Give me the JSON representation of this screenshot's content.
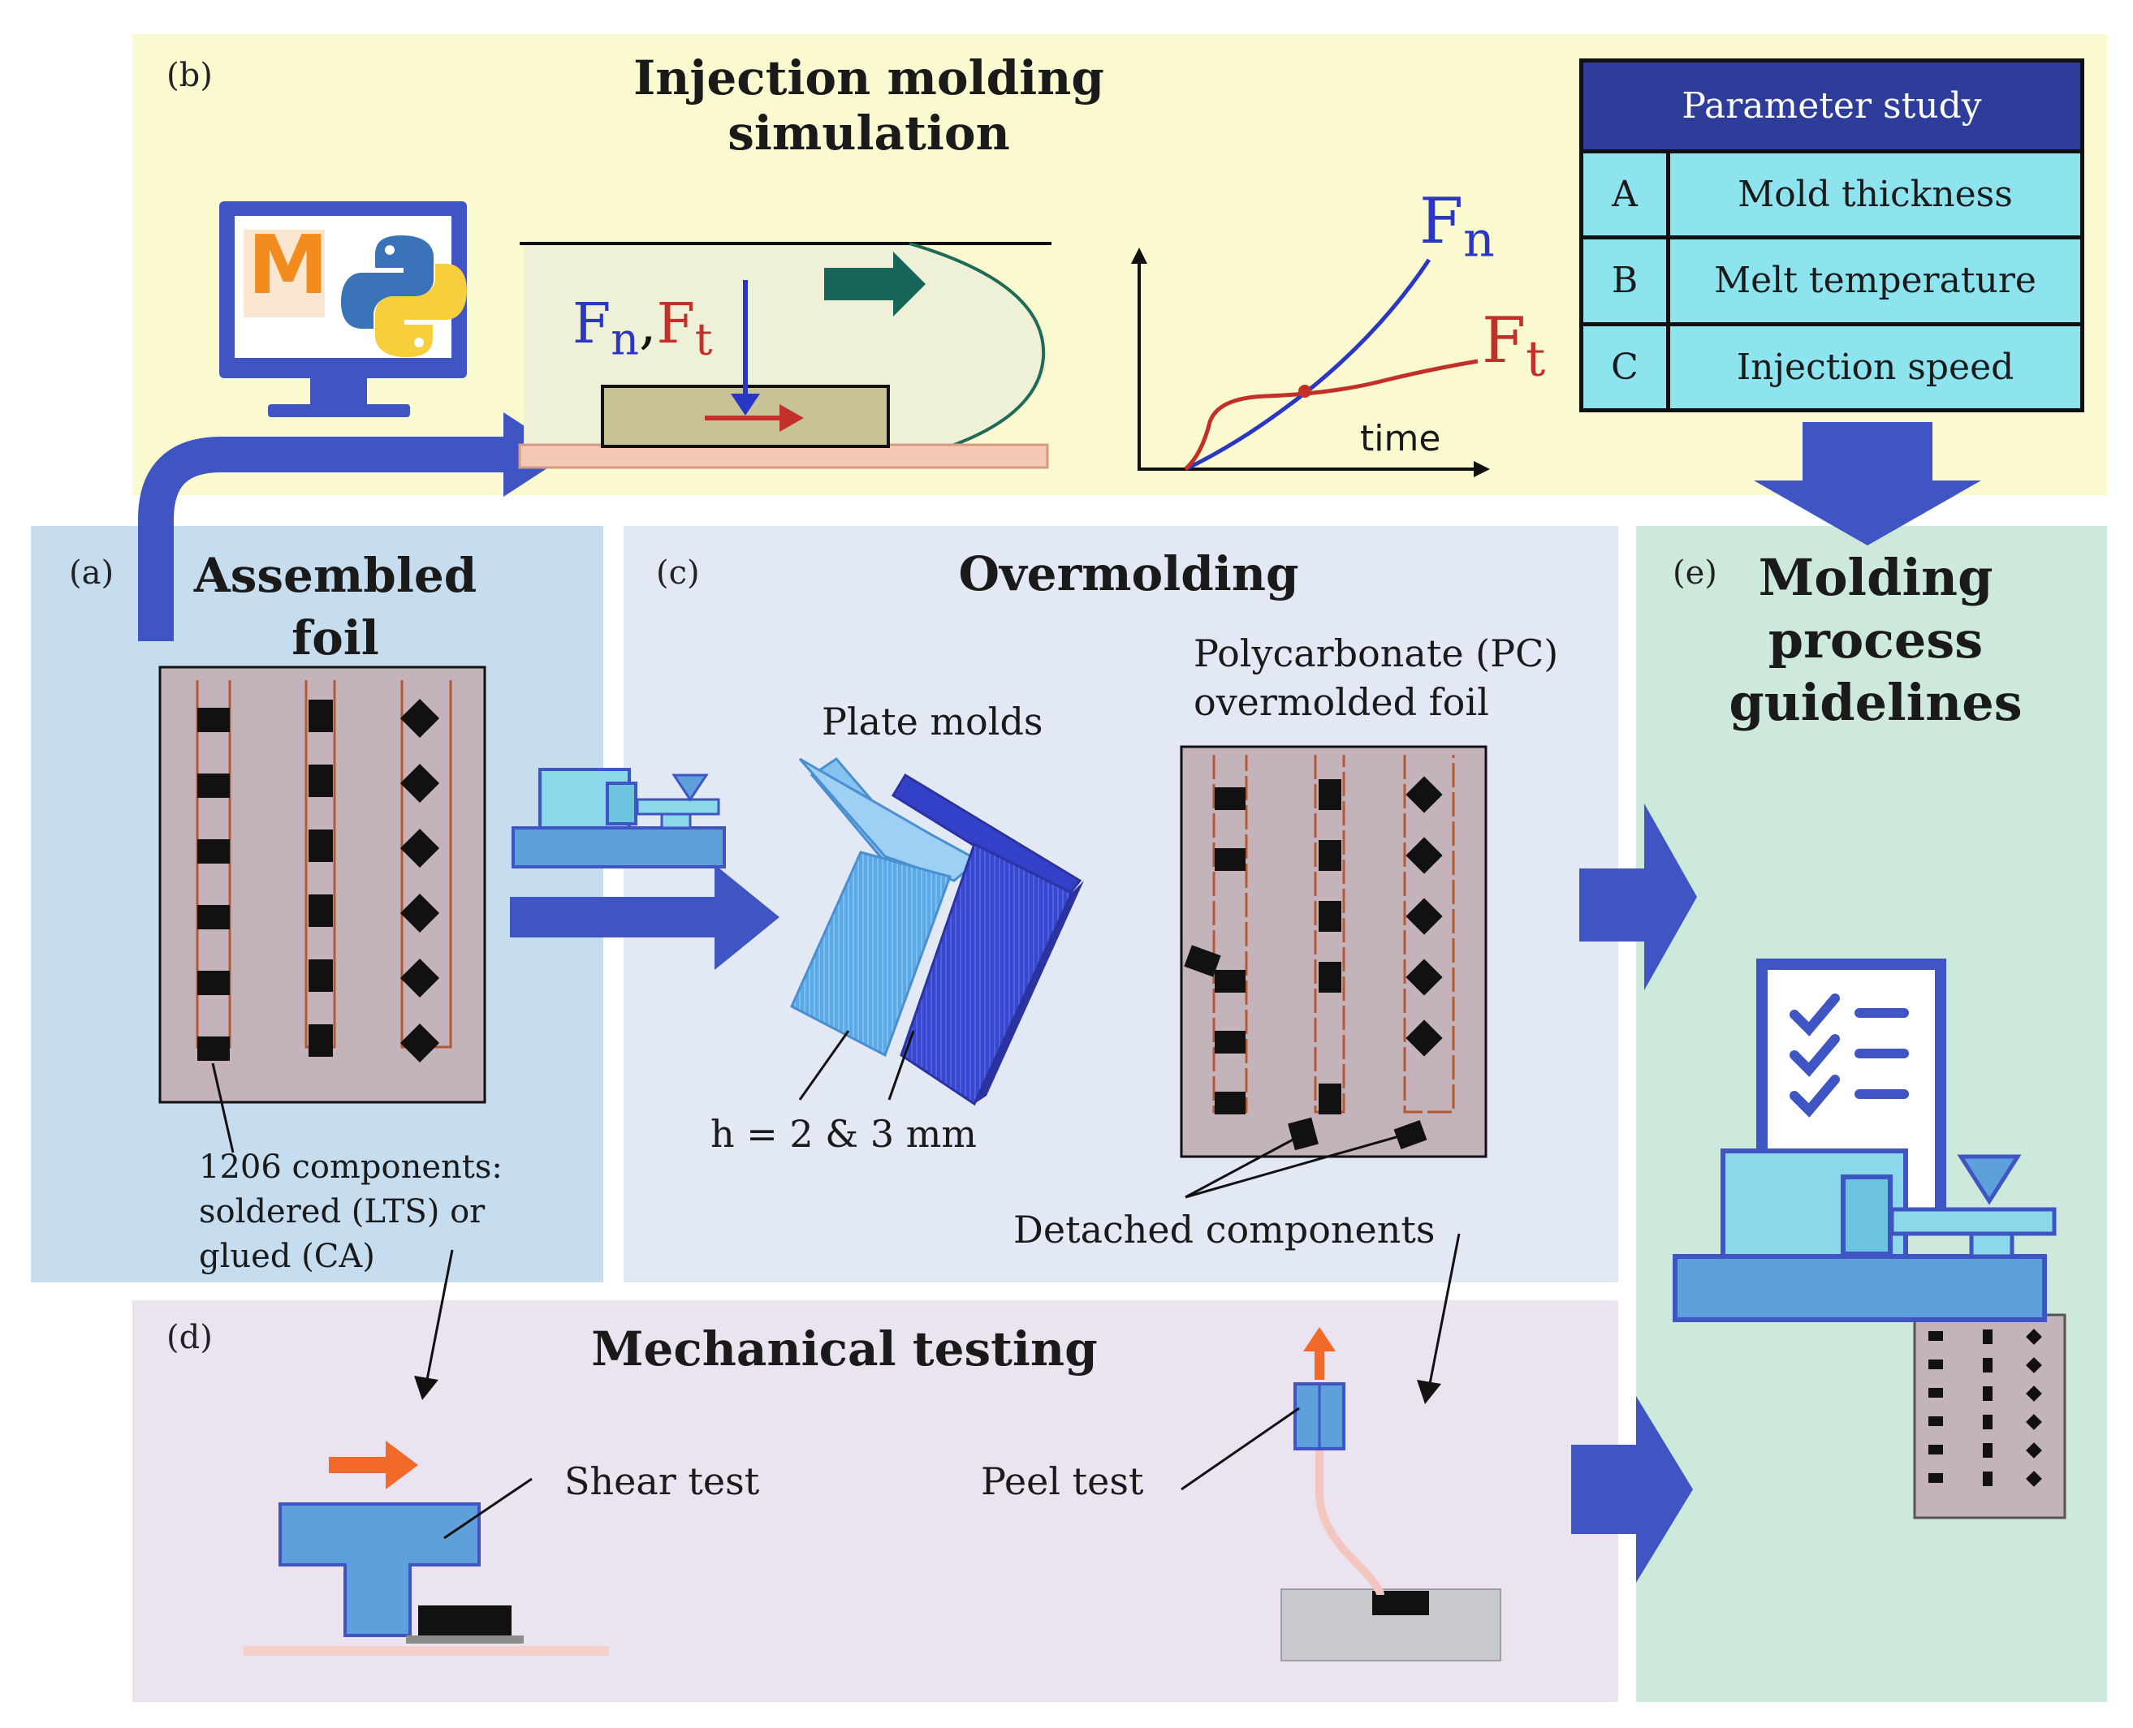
{
  "panels": {
    "b": {
      "label": "(b)",
      "title": "Injection molding simulation"
    },
    "a": {
      "label": "(a)",
      "title_line1": "Assembled",
      "title_line2": "foil"
    },
    "c": {
      "label": "(c)",
      "title": "Overmolding"
    },
    "d": {
      "label": "(d)",
      "title": "Mechanical testing"
    },
    "e": {
      "label": "(e)",
      "title_line1": "Molding",
      "title_line2": "process",
      "title_line3": "guidelines"
    }
  },
  "simulation": {
    "software_icons": [
      "matlab-icon",
      "python-icon"
    ],
    "software_letter": "M",
    "force_label": {
      "fn": "F",
      "fn_sub": "n",
      "comma": ",",
      "ft": "F",
      "ft_sub": "t"
    },
    "graph": {
      "fn": "F",
      "fn_sub": "n",
      "ft": "F",
      "ft_sub": "t",
      "xlabel": "time"
    }
  },
  "parameter_study": {
    "header": "Parameter study",
    "rows": [
      {
        "letter": "A",
        "name": "Mold thickness"
      },
      {
        "letter": "B",
        "name": "Melt temperature"
      },
      {
        "letter": "C",
        "name": "Injection speed"
      }
    ]
  },
  "assembled_foil": {
    "caption_line1": "1206 components:",
    "caption_line2": "soldered (LTS) or",
    "caption_line3": "glued (CA)"
  },
  "overmolding": {
    "plate_molds": "Plate molds",
    "thickness": "h = 2 & 3 mm",
    "overmolded_line1": "Polycarbonate (PC)",
    "overmolded_line2": "overmolded foil",
    "detached": "Detached components"
  },
  "mechanical": {
    "shear": "Shear test",
    "peel": "Peel test"
  },
  "colors": {
    "panel_b": "#fbf9cf",
    "panel_a": "#c6dcef",
    "panel_c": "#e3e8f5",
    "panel_d": "#ebe4f0",
    "panel_e": "#cde9dc",
    "arrow": "#3f55c4",
    "table_header": "#2f3d9a",
    "table_cell": "#8de3ee",
    "foil": "#c4b3bb"
  }
}
